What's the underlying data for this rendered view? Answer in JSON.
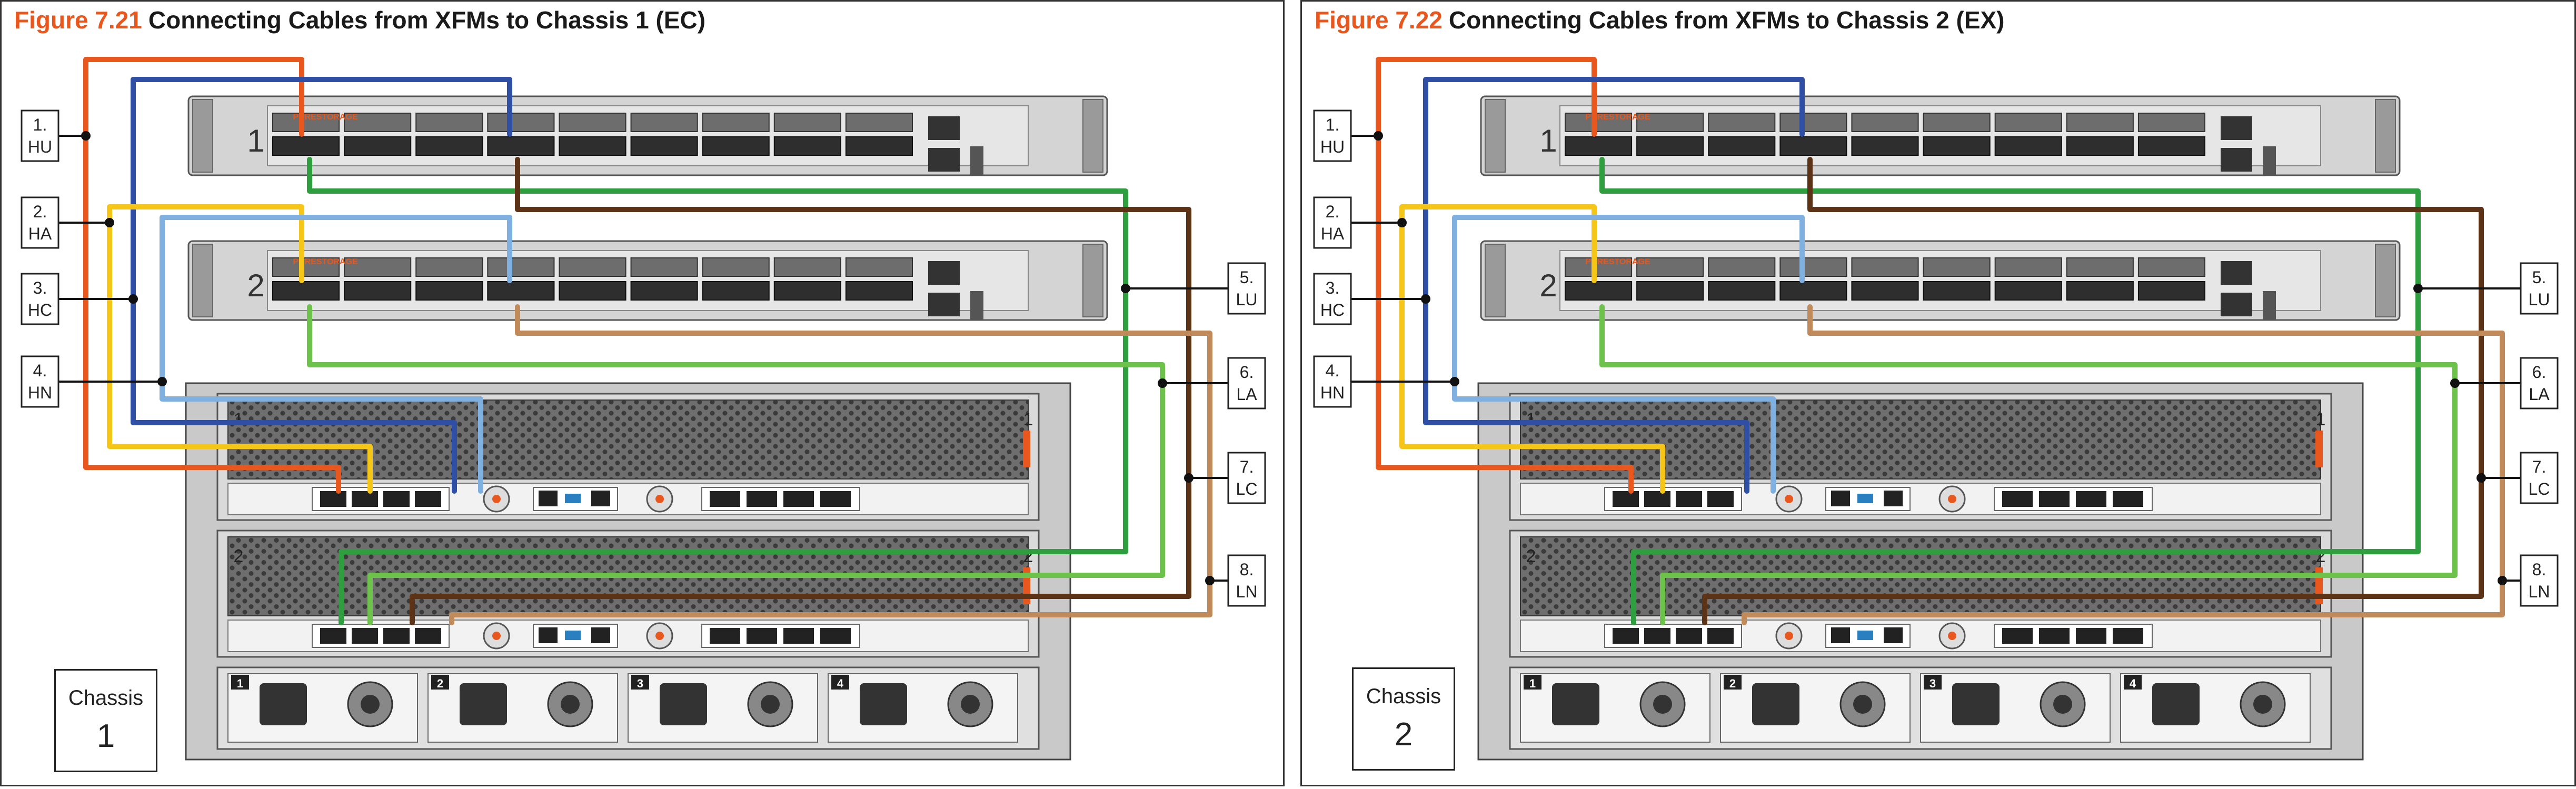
{
  "figures": [
    {
      "number": "Figure 7.21",
      "title": "Connecting Cables from XFMs to Chassis 1 (EC)",
      "chassis_title": "Chassis",
      "chassis_number": "1"
    },
    {
      "number": "Figure 7.22",
      "title": "Connecting Cables from XFMs to Chassis 2 (EX)",
      "chassis_title": "Chassis",
      "chassis_number": "2"
    }
  ],
  "callouts_left": [
    {
      "num": "1.",
      "code": "HU"
    },
    {
      "num": "2.",
      "code": "HA"
    },
    {
      "num": "3.",
      "code": "HC"
    },
    {
      "num": "4.",
      "code": "HN"
    }
  ],
  "callouts_right": [
    {
      "num": "5.",
      "code": "LU"
    },
    {
      "num": "6.",
      "code": "LA"
    },
    {
      "num": "7.",
      "code": "LC"
    },
    {
      "num": "8.",
      "code": "LN"
    }
  ],
  "xfm_brand": "PURESTORAGE",
  "xfm_numbers": [
    "1",
    "2"
  ],
  "controller_numbers": [
    "1",
    "2"
  ],
  "psu_numbers": [
    "1",
    "2",
    "3",
    "4"
  ],
  "cable_colors": {
    "HU": "#e8571e",
    "HA": "#2e4fa3",
    "HC": "#f5c518",
    "HN": "#7fb0e0",
    "LU": "#2e9e3e",
    "LA": "#6cc24a",
    "LC": "#5c3317",
    "LN": "#c08a5a"
  },
  "colors": {
    "accent": "#e8571e",
    "chassis_body": "#c9c9c9",
    "xfm_body": "#d6d6d6"
  }
}
